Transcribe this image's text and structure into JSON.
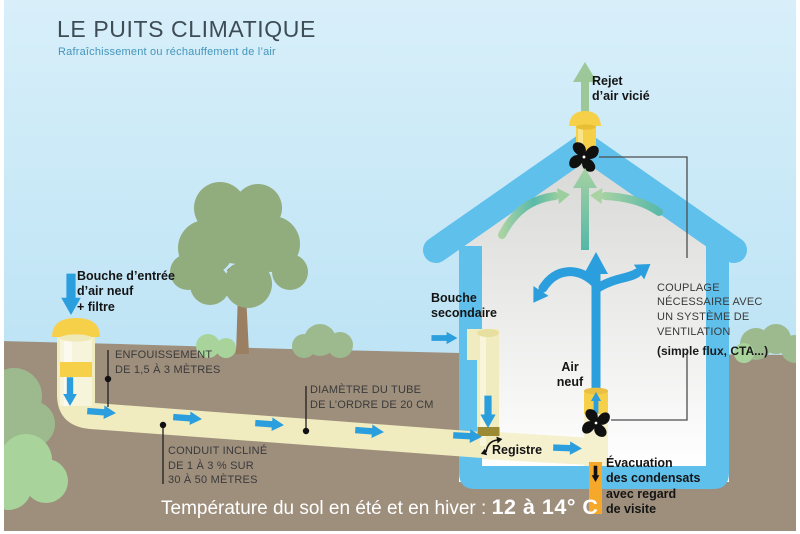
{
  "header": {
    "title": "LE PUITS CLIMATIQUE",
    "subtitle": "Rafraîchissement ou réchauffement de l’air"
  },
  "labels": {
    "exhaust": "Rejet\nd’air vicié",
    "intake": "Bouche d’entrée\nd’air neuf\n+ filtre",
    "burial_depth": "ENFOUISSEMENT\nDE 1,5 À 3 MÈTRES",
    "tube_diameter": "DIAMÈTRE DU TUBE\nDE L’ORDRE DE 20 CM",
    "inclined_duct": "CONDUIT INCLINÉ\nDE 1 À 3 % SUR\n30 À 50 MÈTRES",
    "secondary_vent": "Bouche\nsecondaire",
    "damper": "Registre",
    "fresh_air": "Air\nneuf",
    "coupling": "COUPLAGE\nNÉCESSAIRE AVEC\nUN SYSTÈME DE\nVENTILATION",
    "coupling_note": "(simple flux, CTA...)",
    "condensate": "Évacuation\ndes condensats\navec regard\nde visite",
    "soil_temperature_text": "Température du sol en été et en hiver : ",
    "soil_temperature_value": "12 à 14° C"
  },
  "icons": {
    "roof_fan": "fan-icon",
    "fresh_air_fan": "fan-icon",
    "damper_toggle": "rotate-arrow-icon"
  },
  "colors": {
    "sky_top": "#d8effa",
    "sky_bottom": "#b0def2",
    "ground": "#9e8f7d",
    "house_blue": "#5fc0ec",
    "duct_pale_yellow": "#f1ecc0",
    "accent_yellow": "#f7d04a",
    "arrow_blue": "#2b9ede",
    "arrow_green": "#9cc798",
    "arrow_teal": "#54b8a7",
    "condensate_orange": "#f5a82a",
    "tree_green": "#91ac7d",
    "bush_green": "#9cba8e",
    "text_dark": "#141414",
    "title_color": "#3d4c55",
    "subtitle_color": "#4596bb"
  }
}
